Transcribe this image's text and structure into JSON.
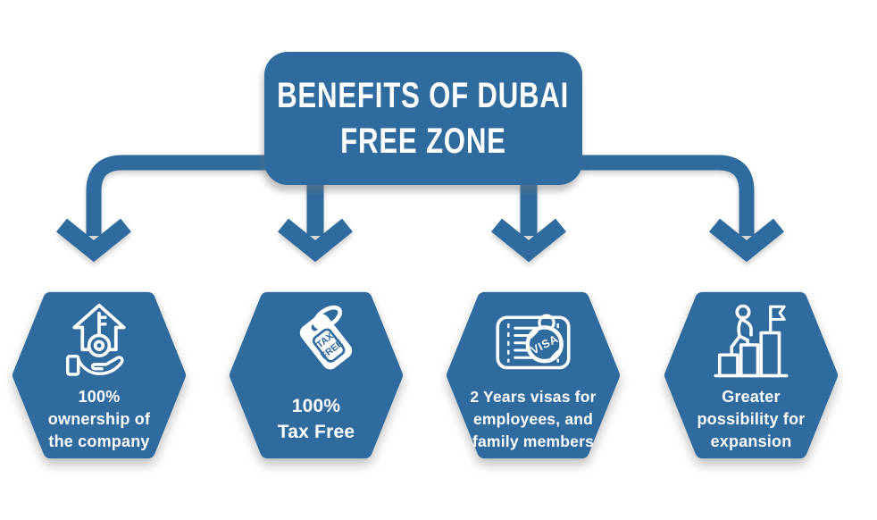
{
  "title": {
    "line1": "BENEFITS OF DUBAI",
    "line2": "FREE ZONE"
  },
  "colors": {
    "primary_blue": "#2f6b9e",
    "text_on_primary": "#ffffff",
    "background": "#ffffff"
  },
  "benefits": [
    {
      "icon": "company-ownership-icon",
      "lines": [
        "100%",
        "ownership of",
        "the company"
      ]
    },
    {
      "icon": "tax-free-tag-icon",
      "lines": [
        "100%",
        "Tax Free"
      ],
      "tag_lines": [
        "TAX",
        "FREE"
      ]
    },
    {
      "icon": "visa-document-icon",
      "lines": [
        "2 Years visas for",
        "employees, and",
        "family members"
      ],
      "stamp_text": "VISA"
    },
    {
      "icon": "growth-expansion-icon",
      "lines": [
        "Greater",
        "possibility for",
        "expansion"
      ]
    }
  ]
}
